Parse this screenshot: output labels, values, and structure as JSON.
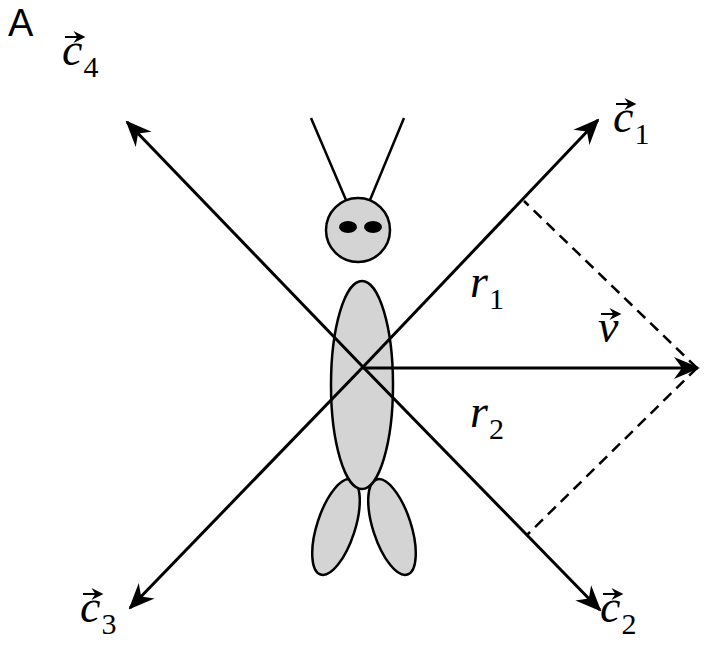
{
  "diagram": {
    "labels": [
      "A",
      "c4",
      "c1",
      "r1",
      "v",
      "r2",
      "c3",
      "c2"
    ]
  }
}
